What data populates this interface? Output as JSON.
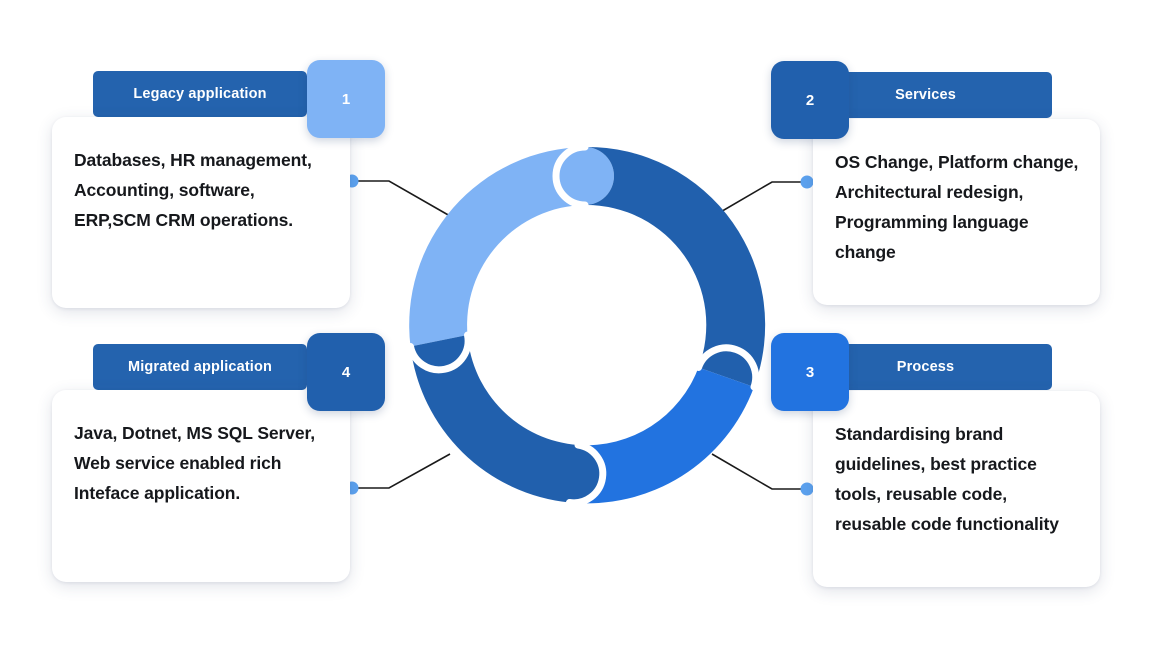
{
  "diagram": {
    "type": "cycle-donut-4-segment",
    "background": "#ffffff",
    "connector_color": "#1a1a1a",
    "connector_dot_color": "#5DA3F0"
  },
  "donut": {
    "segments": [
      {
        "id": "segment-1",
        "label": "Legacy application",
        "color": "#7FB3F5",
        "position": "top-left"
      },
      {
        "id": "segment-2",
        "label": "Services",
        "color": "#2160AD",
        "position": "top-right"
      },
      {
        "id": "segment-3",
        "label": "Process",
        "color": "#2273E0",
        "position": "bottom-right"
      },
      {
        "id": "segment-4",
        "label": "Migrated application",
        "color": "#2160AD",
        "position": "bottom-left"
      }
    ]
  },
  "blocks": [
    {
      "number": "1",
      "title": "Legacy application",
      "badge_color": "#7FB3F5",
      "header_color": "#2463AE",
      "body": "Databases, HR management, Accounting, software, ERP,SCM CRM operations."
    },
    {
      "number": "2",
      "title": "Services",
      "badge_color": "#2160AD",
      "header_color": "#2463AE",
      "body": "OS Change, Platform change, Architectural redesign, Programming language change"
    },
    {
      "number": "3",
      "title": "Process",
      "badge_color": "#2273E0",
      "header_color": "#2463AE",
      "body": "Standardising brand guidelines, best practice tools, reusable code, reusable code functionality"
    },
    {
      "number": "4",
      "title": "Migrated application",
      "badge_color": "#2160AD",
      "header_color": "#2463AE",
      "body": "Java, Dotnet, MS SQL Server, Web service enabled rich Inteface application."
    }
  ]
}
